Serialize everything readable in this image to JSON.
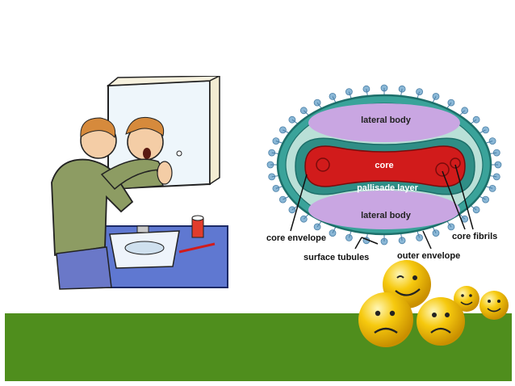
{
  "colors": {
    "background": "#ffffff",
    "green_band": "#4f8e1d",
    "capsid_teal": "#3aa39a",
    "capsid_dark": "#1d6f6a",
    "lateral_body": "#c9a6e2",
    "core_red": "#d11b1b",
    "core_dark": "#7a0b0b",
    "surface_tubule": "#8ab7d6",
    "smiley_yellow": "#f6c90e",
    "bathroom_tile": "#5f78d1",
    "shirt_green": "#8d9c63"
  },
  "virus_diagram": {
    "labels": {
      "lateral_body_top": "lateral body",
      "core": "core",
      "pallisade_layer": "pallisade layer",
      "lateral_body_bottom": "lateral body",
      "core_envelope": "core envelope",
      "core_fibrils": "core fibrils",
      "surface_tubules": "surface tubules",
      "outer_envelope": "outer envelope"
    }
  },
  "illustrations": {
    "man_at_mirror": "person-looking-in-mirror",
    "smileys": [
      "sad-face",
      "winking-face",
      "sad-face",
      "smiling-face",
      "smiling-face"
    ]
  }
}
